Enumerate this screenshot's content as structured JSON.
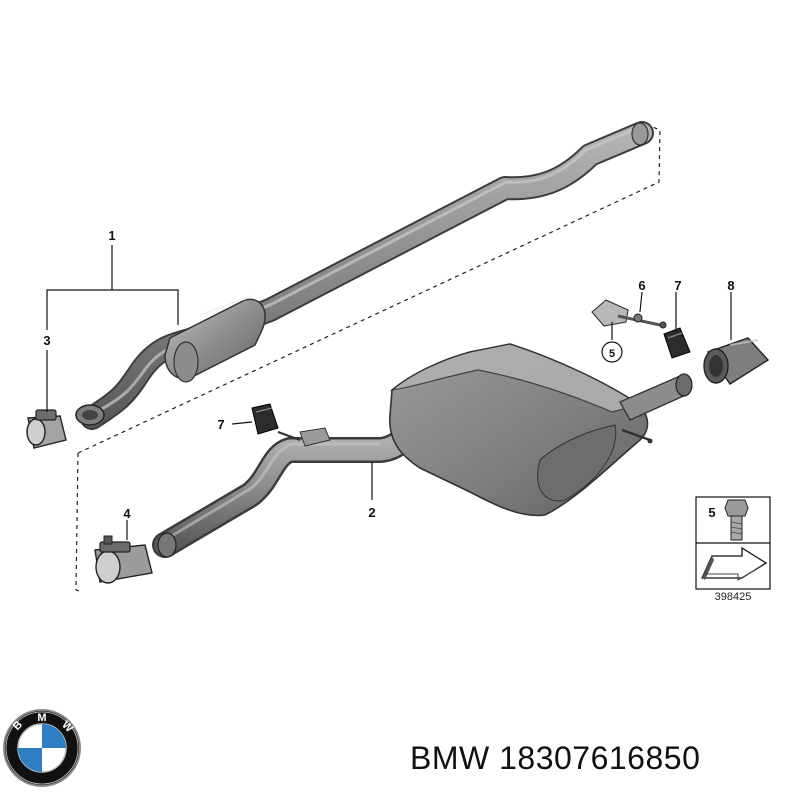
{
  "diagram": {
    "callouts": {
      "c1": "1",
      "c2": "2",
      "c3": "3",
      "c4": "4",
      "c5": "5",
      "c6": "6",
      "c7a": "7",
      "c7b": "7",
      "c8": "8"
    },
    "legend": {
      "part_number": "5",
      "reference": "398425"
    }
  },
  "logo": {
    "letters": "BMW",
    "colors": {
      "blue": "#2e7ec4",
      "white": "#ffffff",
      "black": "#111111"
    }
  },
  "footer": {
    "text": "BMW 18307616850"
  },
  "colors": {
    "part_fill": "#8a8a8a",
    "part_dark": "#555555",
    "line": "#111111"
  }
}
